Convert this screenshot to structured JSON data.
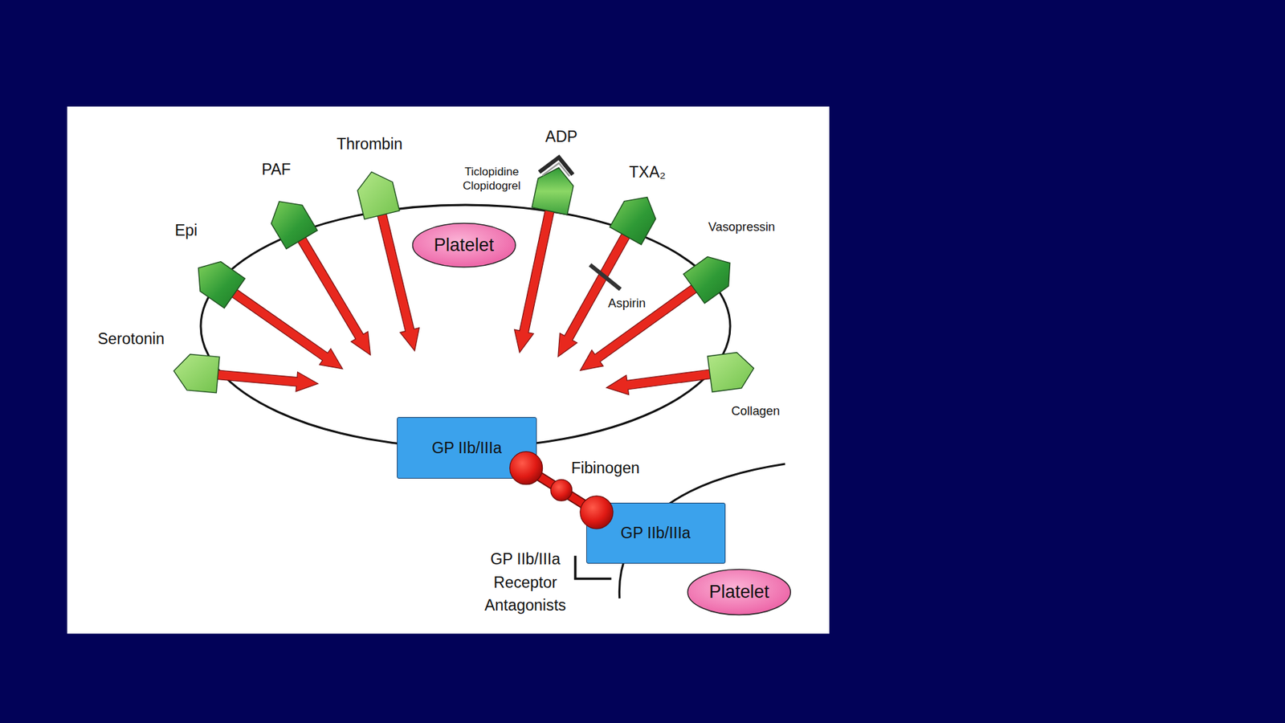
{
  "diagram": {
    "nodes": [
      {
        "text": [
          "Platelet"
        ]
      },
      {
        "text": [
          "GP IIb/IIIa"
        ]
      },
      {
        "text": [
          "GP IIb/IIIa"
        ]
      },
      {
        "text": [
          "Platelet"
        ]
      }
    ],
    "edges": [
      {
        "from": 1,
        "to": 2,
        "label": "Fibinogen",
        "arrow": "none"
      }
    ],
    "labels": [
      "ADP",
      "Thrombin",
      "PAF",
      "TXA₂",
      "Ticlopidine Clopidogrel",
      "Vasopressin",
      "Epi",
      "Aspirin",
      "Serotonin",
      "Collagen",
      "GP IIb/IIIa Receptor Antagonists"
    ]
  }
}
